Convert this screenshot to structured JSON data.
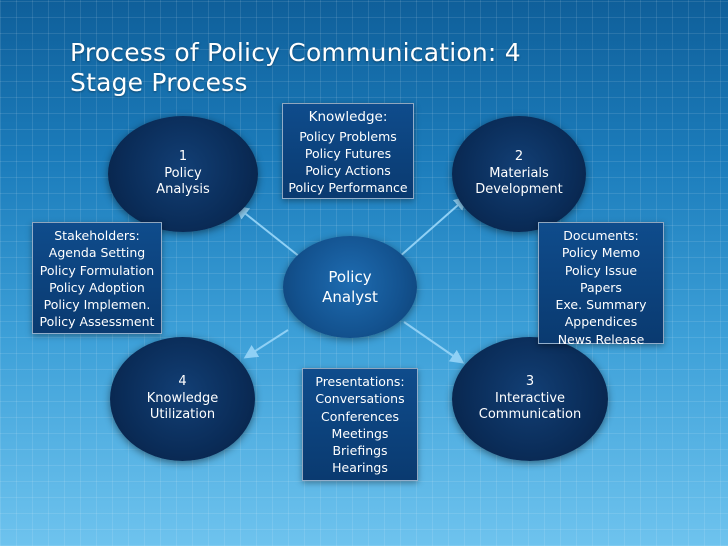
{
  "slide": {
    "title_lines": [
      "Process of Policy Communication: 4",
      "Stage Process"
    ],
    "center": {
      "lines": [
        "Policy",
        "Analyst"
      ]
    },
    "stages": [
      {
        "lines": [
          "1",
          "Policy",
          "Analysis"
        ]
      },
      {
        "lines": [
          "2",
          "Materials",
          "Development"
        ]
      },
      {
        "lines": [
          "3",
          "Interactive",
          "Communication"
        ]
      },
      {
        "lines": [
          "4",
          "Knowledge",
          "Utilization"
        ]
      }
    ],
    "knowledge": {
      "heading": "Knowledge:",
      "items": [
        "Policy Problems",
        "Policy Futures",
        "Policy Actions",
        "Policy Performance"
      ]
    },
    "documents": {
      "heading": "Documents:",
      "items": [
        "Policy Memo",
        "Policy Issue",
        "Papers",
        "Exe. Summary",
        "Appendices",
        "News Release"
      ]
    },
    "stakeholders": {
      "heading": "Stakeholders:",
      "items": [
        "Agenda Setting",
        "Policy Formulation",
        "Policy Adoption",
        "Policy Implemen.",
        "Policy Assessment"
      ]
    },
    "presentations": {
      "heading": "Presentations:",
      "items": [
        "Conversations",
        "Conferences",
        "Meetings",
        "Briefings",
        "Hearings"
      ]
    },
    "colors": {
      "background_top": "#0f5f9a",
      "background_bottom": "#6ec3ee",
      "circle_fill": "#0a2c58",
      "center_fill": "#13528f",
      "box_fill": "#0f4c8c",
      "arrow": "#8fd0f5",
      "text": "#ffffff"
    }
  }
}
